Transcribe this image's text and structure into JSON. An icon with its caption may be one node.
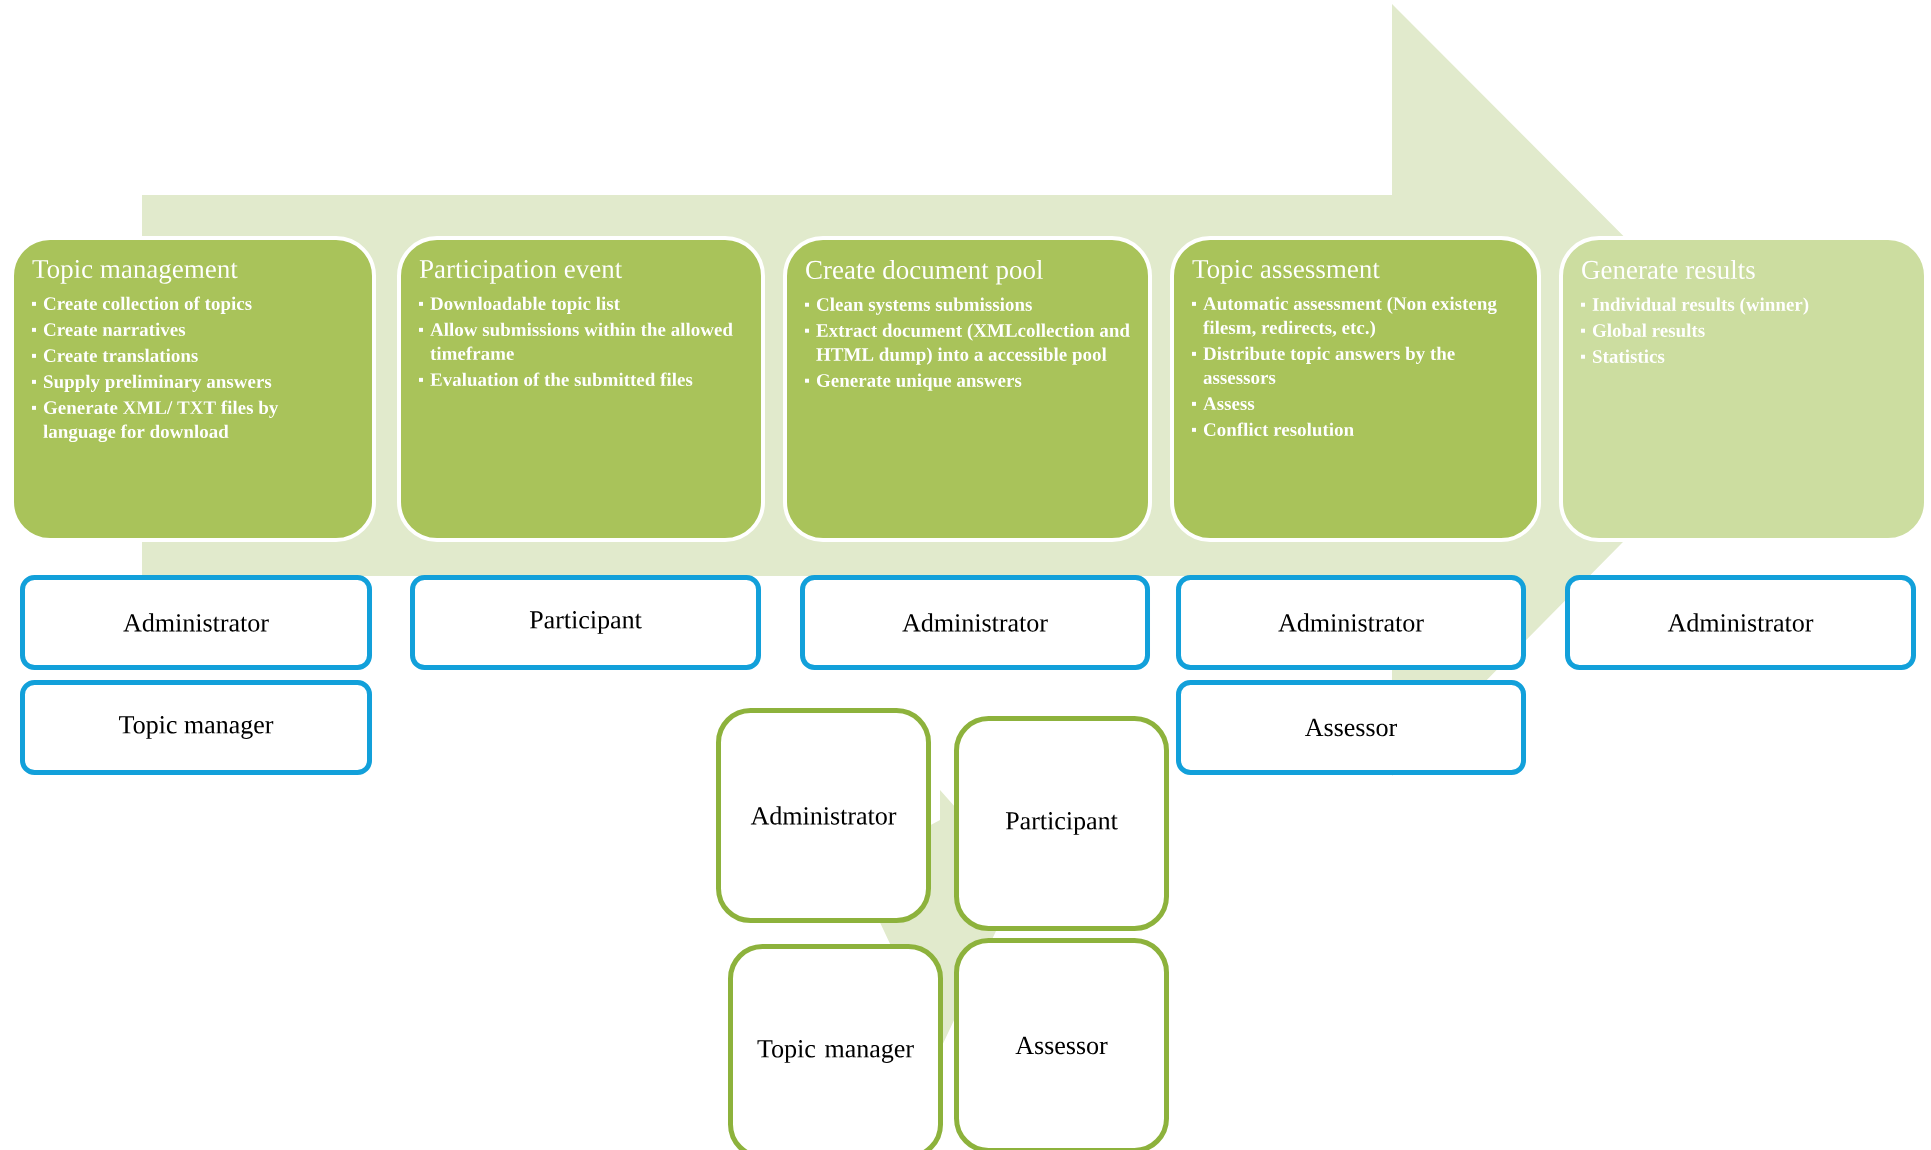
{
  "diagram": {
    "nodes": [
      {
        "text": [
          "Topic management",
          "Create collection of topics",
          "Create narratives",
          "Create  translations",
          "Supply preliminary answers",
          "Generate XML/ TXT files  by language for download"
        ]
      },
      {
        "text": [
          "Participation event",
          "Downloadable topic  list",
          "Allow submissions within the allowed timeframe",
          "Evaluation of the submitted files"
        ]
      },
      {
        "text": [
          "Create document pool",
          "Clean systems submissions",
          "Extract document (XMLcollection and HTML dump) into a accessible pool",
          "Generate unique answers"
        ]
      },
      {
        "text": [
          "Topic assessment",
          "Automatic assessment (Non existeng filesm, redirects, etc.)",
          "Distribute topic answers by the assessors",
          "Assess",
          "Conflict resolution"
        ]
      },
      {
        "text": [
          "Generate results",
          "Individual results (winner)",
          "Global results",
          "Statistics"
        ]
      },
      {
        "text": [
          "Administrator"
        ]
      },
      {
        "text": [
          "Participant"
        ]
      },
      {
        "text": [
          "Administrator"
        ]
      },
      {
        "text": [
          "Administrator"
        ]
      },
      {
        "text": [
          "Administrator"
        ]
      },
      {
        "text": [
          "Topic manager"
        ]
      },
      {
        "text": [
          "Assessor"
        ]
      },
      {
        "text": [
          "Administrator"
        ]
      },
      {
        "text": [
          "Participant"
        ]
      },
      {
        "text": [
          "Topic manager"
        ]
      },
      {
        "text": [
          "Assessor"
        ]
      }
    ],
    "edges": [
      {
        "from": 0,
        "to": 4,
        "arrow": "to"
      }
    ]
  }
}
